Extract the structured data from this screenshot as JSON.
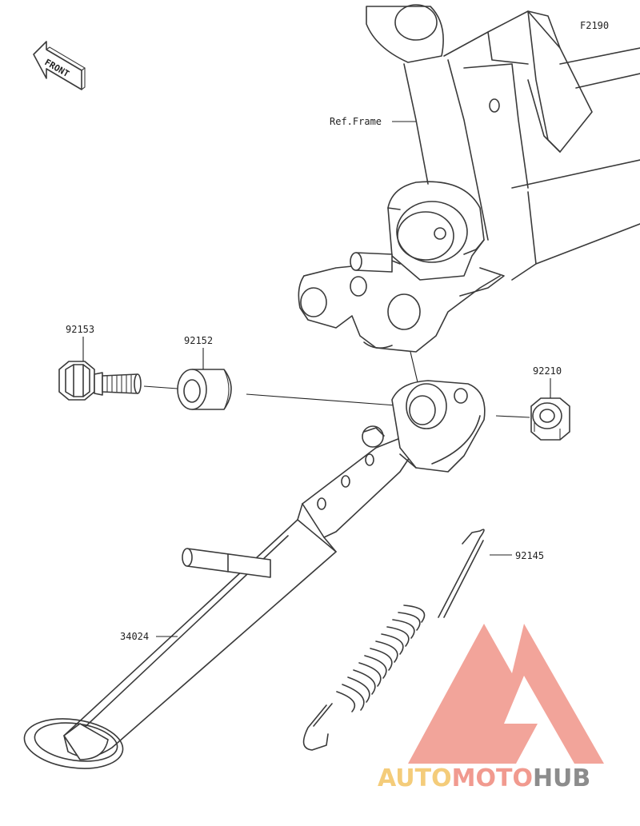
{
  "diagram_code": "F2190",
  "front_label": "FRONT",
  "ref_frame_label": "Ref.Frame",
  "parts": [
    {
      "id": "bolt",
      "number": "92153"
    },
    {
      "id": "collar",
      "number": "92152"
    },
    {
      "id": "nut",
      "number": "92210"
    },
    {
      "id": "spring",
      "number": "92145"
    },
    {
      "id": "side-stand",
      "number": "34024"
    }
  ],
  "watermark": {
    "part1": "AUTO",
    "part2": "MOTO",
    "part3": "HUB",
    "colors": {
      "auto": "#f4cc7a",
      "moto": "#f19a8f",
      "hub": "#8c8c8c",
      "triangle": "#f19a8f"
    }
  }
}
